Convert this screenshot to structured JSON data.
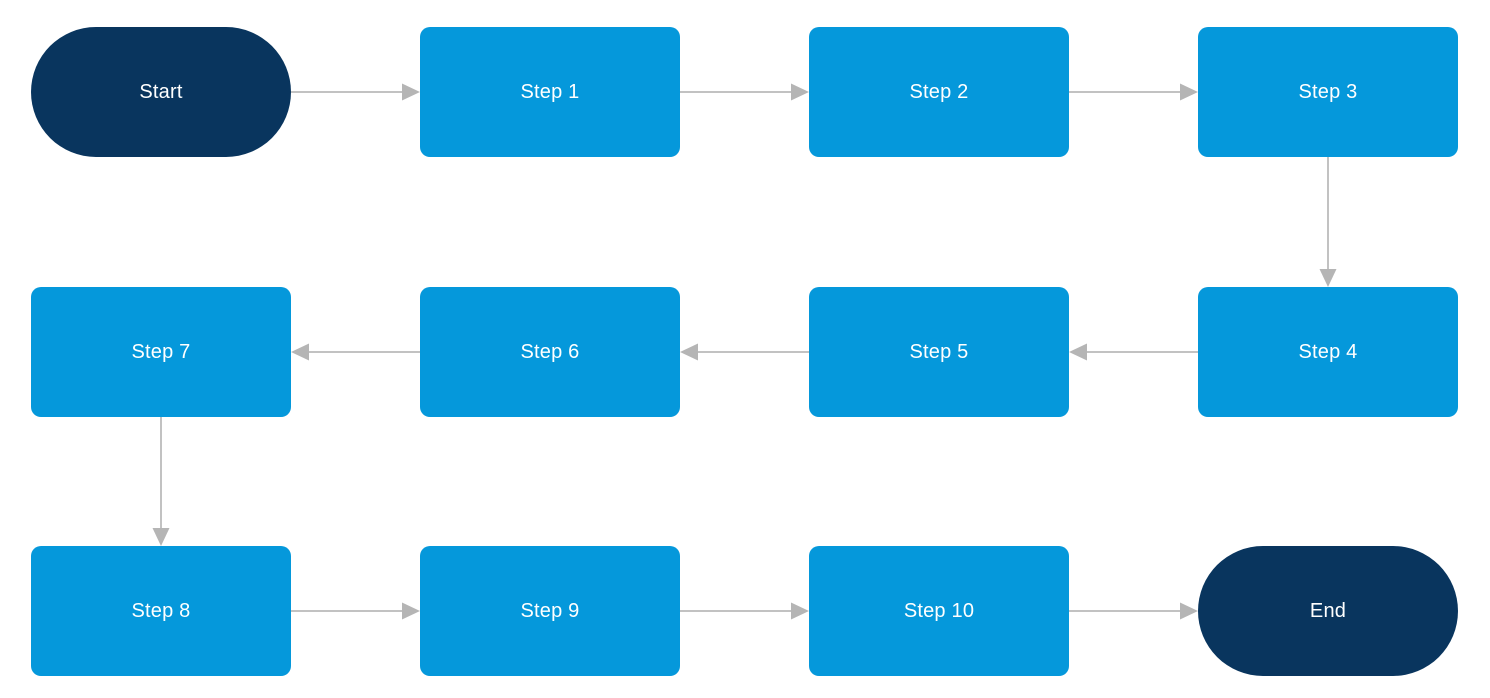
{
  "diagram": {
    "type": "flowchart",
    "colors": {
      "terminal_fill": "#09355e",
      "process_fill": "#0598db",
      "connector_line": "#c2c2c2",
      "connector_head": "#b5b5b5",
      "label_text": "#ffffff",
      "background": "#ffffff"
    },
    "nodes": [
      {
        "id": "start",
        "label": "Start",
        "shape": "terminal",
        "row": 0,
        "col": 0
      },
      {
        "id": "step1",
        "label": "Step 1",
        "shape": "process",
        "row": 0,
        "col": 1
      },
      {
        "id": "step2",
        "label": "Step 2",
        "shape": "process",
        "row": 0,
        "col": 2
      },
      {
        "id": "step3",
        "label": "Step 3",
        "shape": "process",
        "row": 0,
        "col": 3
      },
      {
        "id": "step4",
        "label": "Step 4",
        "shape": "process",
        "row": 1,
        "col": 3
      },
      {
        "id": "step5",
        "label": "Step 5",
        "shape": "process",
        "row": 1,
        "col": 2
      },
      {
        "id": "step6",
        "label": "Step 6",
        "shape": "process",
        "row": 1,
        "col": 1
      },
      {
        "id": "step7",
        "label": "Step 7",
        "shape": "process",
        "row": 1,
        "col": 0
      },
      {
        "id": "step8",
        "label": "Step 8",
        "shape": "process",
        "row": 2,
        "col": 0
      },
      {
        "id": "step9",
        "label": "Step 9",
        "shape": "process",
        "row": 2,
        "col": 1
      },
      {
        "id": "step10",
        "label": "Step 10",
        "shape": "process",
        "row": 2,
        "col": 2
      },
      {
        "id": "end",
        "label": "End",
        "shape": "terminal",
        "row": 2,
        "col": 3
      }
    ],
    "edges": [
      {
        "from": "start",
        "to": "step1",
        "direction": "right"
      },
      {
        "from": "step1",
        "to": "step2",
        "direction": "right"
      },
      {
        "from": "step2",
        "to": "step3",
        "direction": "right"
      },
      {
        "from": "step3",
        "to": "step4",
        "direction": "down"
      },
      {
        "from": "step4",
        "to": "step5",
        "direction": "left"
      },
      {
        "from": "step5",
        "to": "step6",
        "direction": "left"
      },
      {
        "from": "step6",
        "to": "step7",
        "direction": "left"
      },
      {
        "from": "step7",
        "to": "step8",
        "direction": "down"
      },
      {
        "from": "step8",
        "to": "step9",
        "direction": "right"
      },
      {
        "from": "step9",
        "to": "step10",
        "direction": "right"
      },
      {
        "from": "step10",
        "to": "end",
        "direction": "right"
      }
    ]
  }
}
